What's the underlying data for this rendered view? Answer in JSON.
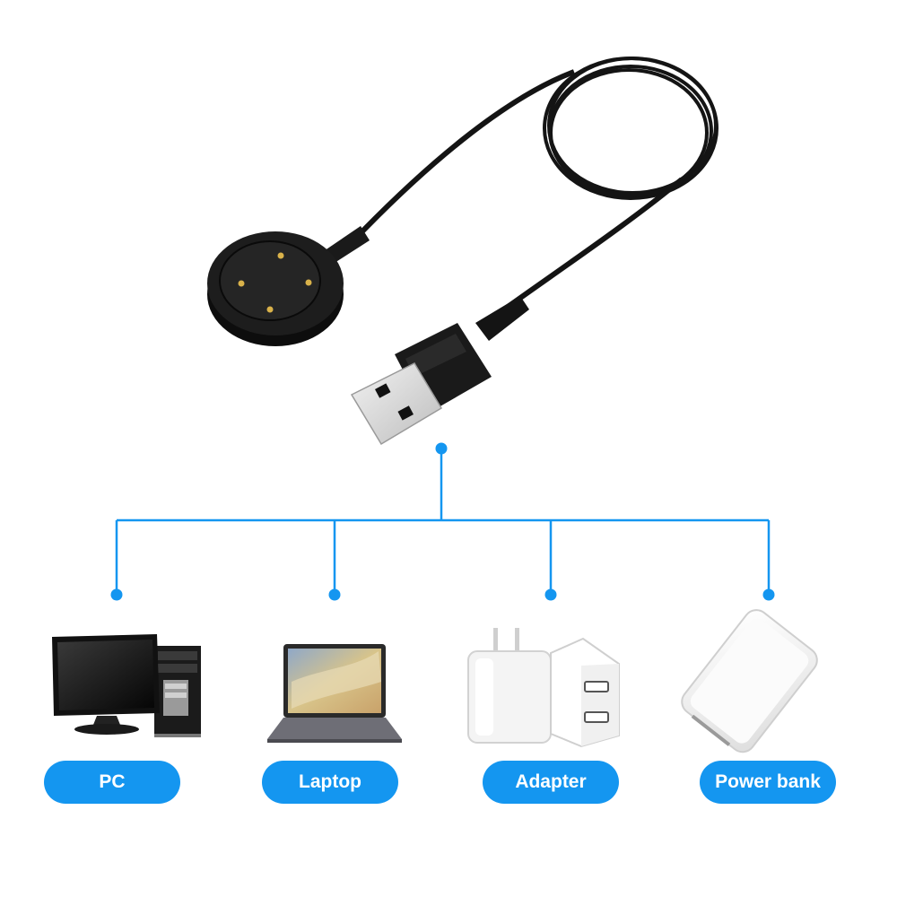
{
  "colors": {
    "accent": "#1496f0",
    "pill_background": "#1496f0",
    "pill_text": "#ffffff",
    "cable": "#141414"
  },
  "product": {
    "icon": "magnetic-charging-cable"
  },
  "devices": [
    {
      "label": "PC",
      "icon": "desktop-computer-icon"
    },
    {
      "label": "Laptop",
      "icon": "laptop-icon"
    },
    {
      "label": "Adapter",
      "icon": "wall-adapter-icon"
    },
    {
      "label": "Power bank",
      "icon": "power-bank-icon"
    }
  ]
}
